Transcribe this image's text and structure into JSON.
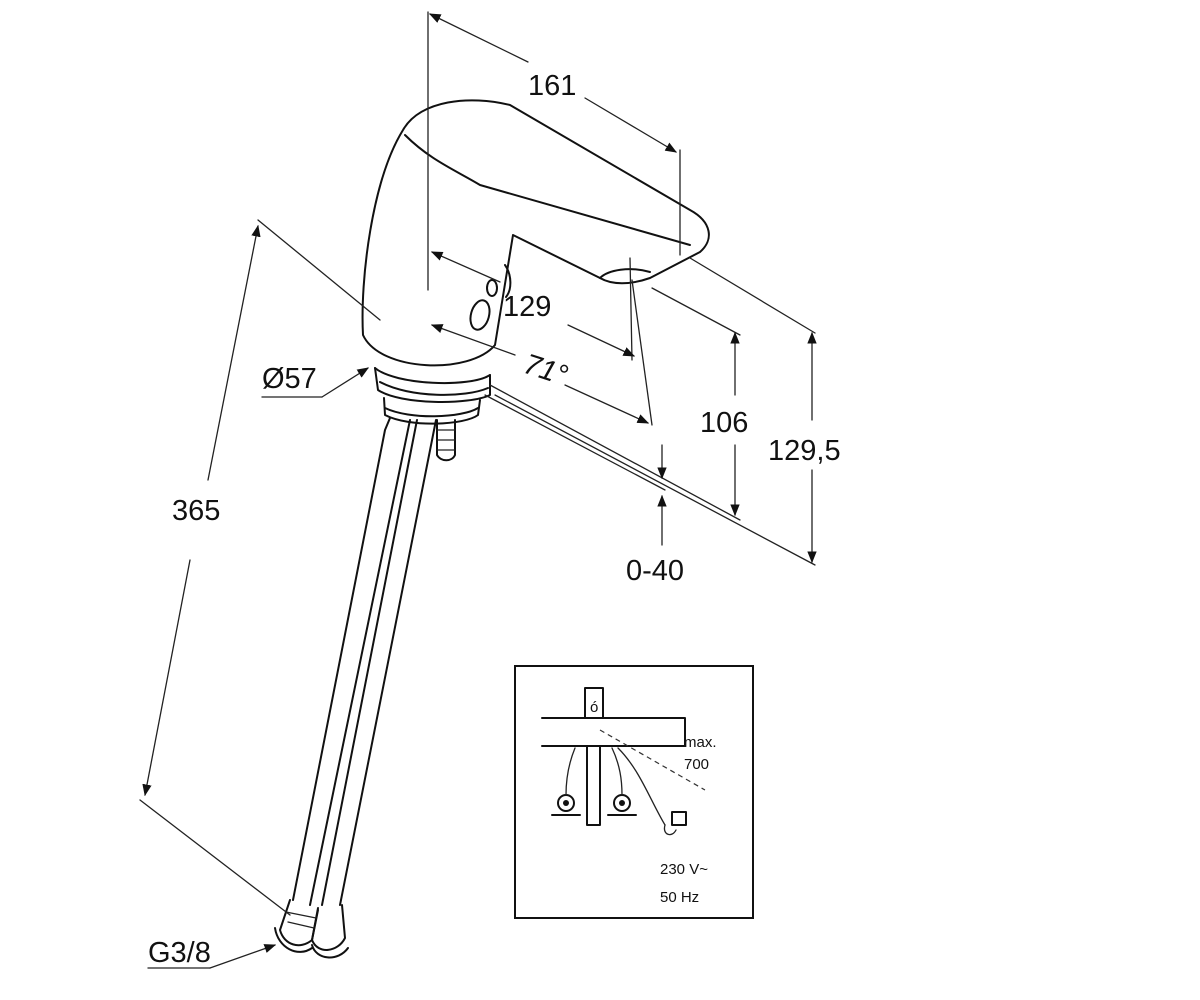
{
  "dimensions": {
    "spout_length": "161",
    "reach": "129",
    "angle": "71°",
    "height_106": "106",
    "height_129_5": "129,5",
    "base_diameter": "Ø57",
    "hose_length": "365",
    "deck_thickness": "0-40",
    "thread": "G3/8"
  },
  "inset": {
    "max_label": "max.",
    "max_value": "700",
    "voltage": "230 V~",
    "frequency": "50 Hz"
  }
}
